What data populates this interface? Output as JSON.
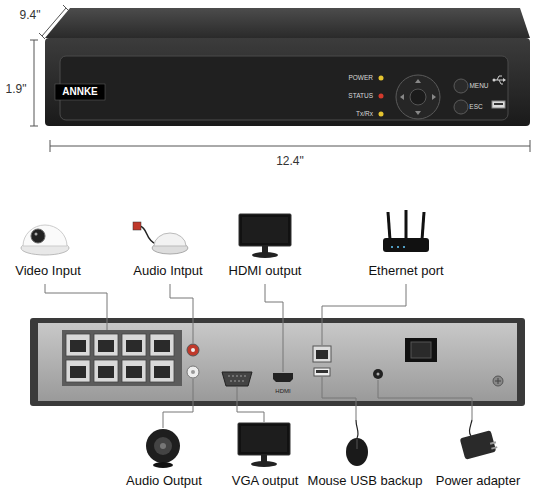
{
  "diagram": {
    "labels": [
      "9.4\"",
      "1.9\"",
      "12.4\"",
      "ANNKE",
      "POWER",
      "STATUS",
      "Tx/Rx",
      "MENU",
      "ESC",
      "Video Input",
      "Audio Intput",
      "HDMI output",
      "Ethernet port",
      "HDMI",
      "Audio Output",
      "VGA output",
      "Mouse USB backup",
      "Power adapter"
    ]
  }
}
